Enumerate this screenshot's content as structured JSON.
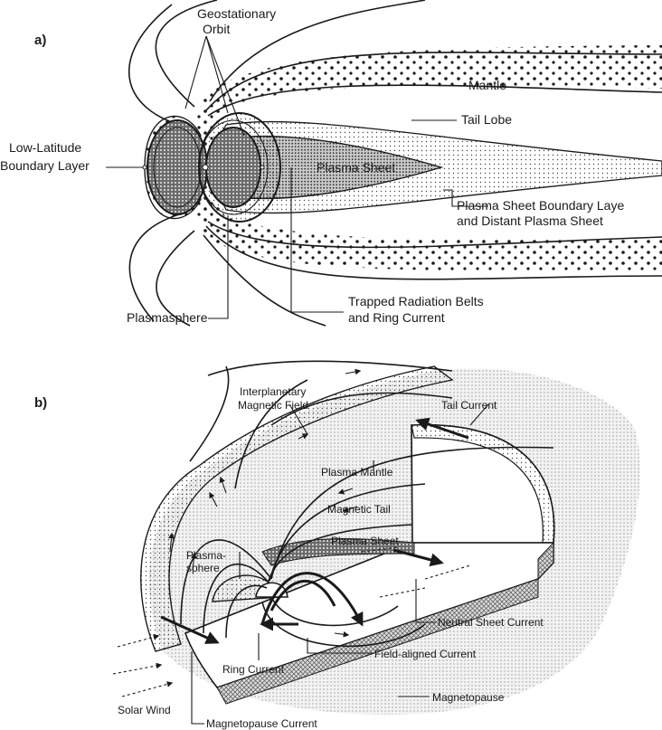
{
  "panel_a": {
    "panel_label": "a)",
    "labels": {
      "geostationary_line1": "Geostationary",
      "geostationary_line2": "Orbit",
      "mantle": "Mantle",
      "tail_lobe": "Tail Lobe",
      "llbl_line1": "Low-Latitude",
      "llbl_line2": "Boundary Layer",
      "plasma_sheet": "Plasma Sheet",
      "psbl_line1": "Plasma Sheet Boundary Laye",
      "psbl_line2": "and Distant Plasma Sheet",
      "trapped_line1": "Trapped Radiation Belts",
      "trapped_line2": "and Ring Current",
      "plasmasphere": "Plasmasphere"
    }
  },
  "panel_b": {
    "panel_label": "b)",
    "labels": {
      "imf_line1": "Interplanetary",
      "imf_line2": "Magnetic Field",
      "tail_current": "Tail Current",
      "plasma_mantle": "Plasma Mantle",
      "magnetic_tail": "Magnetic Tail",
      "plasmasphere_line1": "Plasma-",
      "plasmasphere_line2": "sphere",
      "plasma_sheet": "Plasma Sheet",
      "neutral_sheet_current": "Neutral Sheet Current",
      "field_aligned_current": "Field-aligned Current",
      "ring_current": "Ring Current",
      "solar_wind": "Solar Wind",
      "magnetopause": "Magnetopause",
      "magnetopause_current": "Magnetopause Current"
    }
  },
  "colors": {
    "ink": "#1a1a1a",
    "light_fill": "#e8e8e8",
    "mid_fill": "#bdbdbd",
    "dark_fill": "#555555",
    "background": "#ffffff"
  }
}
